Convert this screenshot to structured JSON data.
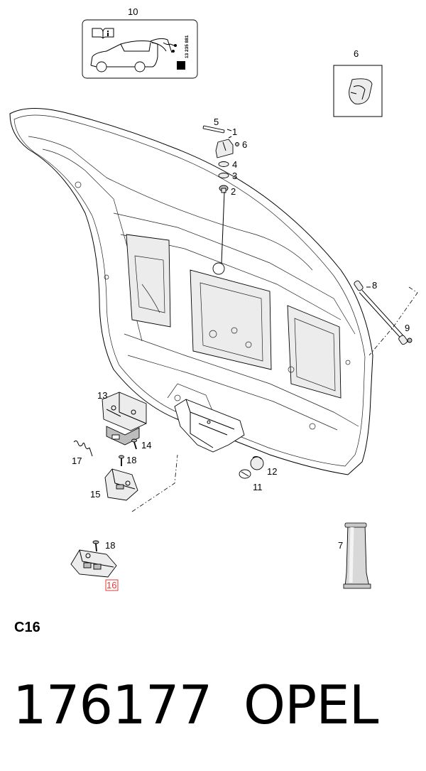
{
  "callouts": {
    "c1": "1",
    "c2": "2",
    "c3": "3",
    "c4": "4",
    "c5": "5",
    "c6": "6",
    "c6b": "6",
    "c7": "7",
    "c8": "8",
    "c9": "9",
    "c10": "10",
    "c11": "11",
    "c12": "12",
    "c13": "13",
    "c14": "14",
    "c15": "15",
    "c16": "16",
    "c17": "17",
    "c18a": "18",
    "c18b": "18"
  },
  "label_sticker": {
    "code": "13 235 881"
  },
  "section_code": "C16",
  "footer": {
    "part_number": "176177",
    "brand": "OPEL"
  },
  "highlight_color": "#e53935"
}
